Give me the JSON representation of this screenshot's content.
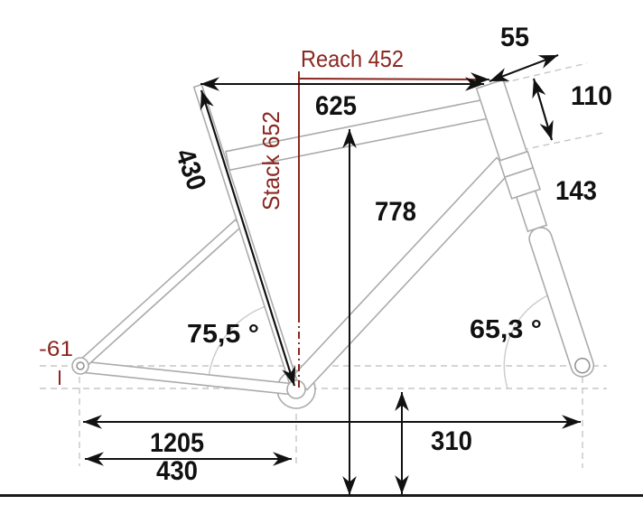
{
  "diagram_title": "bicycle-frame-geometry-drawing",
  "colors": {
    "accent_red": "#8B2721",
    "frame_gray": "#ABABAB",
    "construction_gray": "#C6C6C6",
    "ink": "#111111",
    "background": "#FFFFFF"
  },
  "measurements": {
    "reach_label": "Reach 452",
    "stack_label": "Stack 652",
    "bb_drop": "-61",
    "fork_offset": "55",
    "head_tube_length": "110",
    "effective_top_tube": "625",
    "standover": "778",
    "fork_travel": "143",
    "seat_tube_length": "430",
    "seat_tube_angle": "75,5 °",
    "head_tube_angle": "65,3 °",
    "wheelbase": "1205",
    "chainstay": "430",
    "bb_height": "310"
  }
}
